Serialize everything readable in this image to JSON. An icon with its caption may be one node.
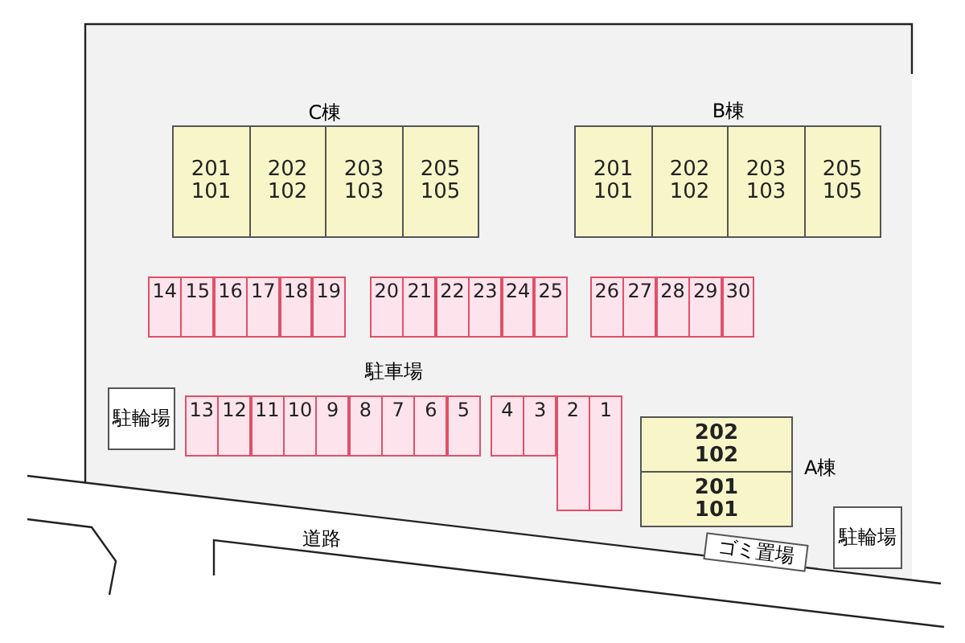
{
  "diagram": {
    "nodes": [
      {
        "text": [
          "C棟"
        ]
      },
      {
        "text": [
          "201",
          "101"
        ],
        "in": 0
      },
      {
        "text": [
          "202",
          "102"
        ],
        "in": 0
      },
      {
        "text": [
          "203",
          "103"
        ],
        "in": 0
      },
      {
        "text": [
          "205",
          "105"
        ],
        "in": 0
      },
      {
        "text": [
          "B棟"
        ]
      },
      {
        "text": [
          "201",
          "101"
        ],
        "in": 5
      },
      {
        "text": [
          "202",
          "102"
        ],
        "in": 5
      },
      {
        "text": [
          "203",
          "103"
        ],
        "in": 5
      },
      {
        "text": [
          "205",
          "105"
        ],
        "in": 5
      },
      {
        "text": [
          "14"
        ]
      },
      {
        "text": [
          "15"
        ]
      },
      {
        "text": [
          "16"
        ]
      },
      {
        "text": [
          "17"
        ]
      },
      {
        "text": [
          "18"
        ]
      },
      {
        "text": [
          "19"
        ]
      },
      {
        "text": [
          "20"
        ]
      },
      {
        "text": [
          "21"
        ]
      },
      {
        "text": [
          "22"
        ]
      },
      {
        "text": [
          "23"
        ]
      },
      {
        "text": [
          "24"
        ]
      },
      {
        "text": [
          "25"
        ]
      },
      {
        "text": [
          "26"
        ]
      },
      {
        "text": [
          "27"
        ]
      },
      {
        "text": [
          "28"
        ]
      },
      {
        "text": [
          "29"
        ]
      },
      {
        "text": [
          "30"
        ]
      },
      {
        "text": [
          "駐輪場"
        ]
      },
      {
        "text": [
          "13"
        ]
      },
      {
        "text": [
          "12"
        ]
      },
      {
        "text": [
          "11"
        ]
      },
      {
        "text": [
          "10"
        ]
      },
      {
        "text": [
          "9"
        ]
      },
      {
        "text": [
          "8"
        ]
      },
      {
        "text": [
          "7"
        ]
      },
      {
        "text": [
          "6"
        ]
      },
      {
        "text": [
          "5"
        ]
      },
      {
        "text": [
          "4"
        ]
      },
      {
        "text": [
          "3"
        ]
      },
      {
        "text": [
          "2"
        ]
      },
      {
        "text": [
          "1"
        ]
      },
      {
        "text": [
          "A棟"
        ]
      },
      {
        "text": [
          "202",
          "102"
        ],
        "in": 41
      },
      {
        "text": [
          "201",
          "101"
        ],
        "in": 41
      },
      {
        "text": [
          "ゴミ置場"
        ]
      },
      {
        "text": [
          "駐輪場"
        ]
      }
    ],
    "labels": [
      "駐車場",
      "道路"
    ]
  }
}
